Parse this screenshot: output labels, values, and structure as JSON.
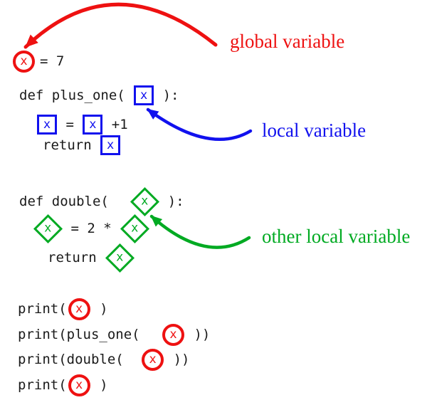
{
  "variable": "x",
  "labels": {
    "global_variable": "global variable",
    "local_variable": "local variable",
    "other_local_variable": "other local variable"
  },
  "colors": {
    "global_red": "#ee1111",
    "local_blue": "#1111ee",
    "other_local_green": "#00aa22",
    "code_text": "#1a1a1a"
  },
  "code": {
    "global_assign": "= 7",
    "plus_one": {
      "def_before": "def plus_one( ",
      "def_after": " ):",
      "assign_eq": " = ",
      "assign_tail": " +1",
      "return_kw": "return "
    },
    "double": {
      "def_before": "def double( ",
      "def_after": " ):",
      "assign_mid": " = 2 * ",
      "return_kw": "return "
    },
    "calls": {
      "print_open": "print(",
      "print_close": " )",
      "plus_one_open": "print(plus_one( ",
      "double_open": "print(double( ",
      "nested_close": " ))"
    }
  }
}
